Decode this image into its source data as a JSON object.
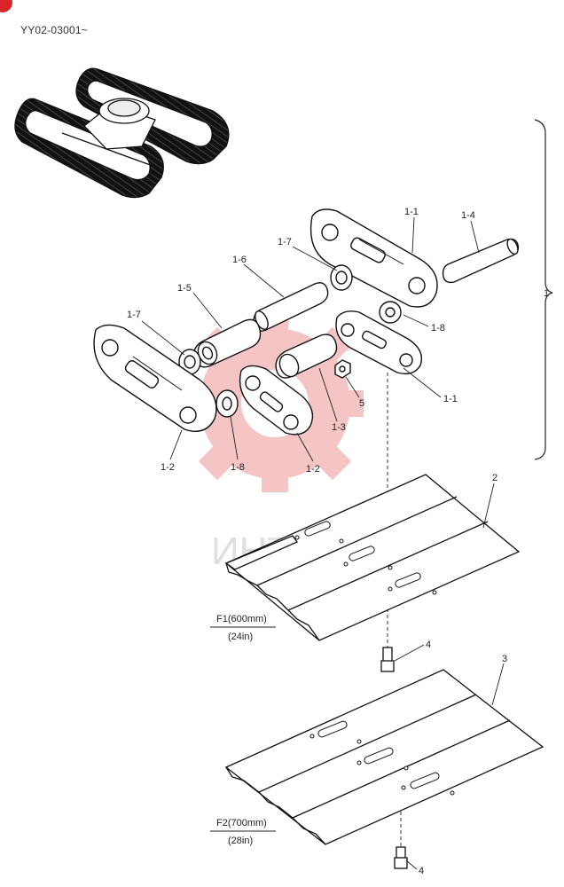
{
  "header": {
    "serial": "YY02-03001~"
  },
  "brand": {
    "accent": "#d8262c",
    "watermark_text": "ИНТЕХ",
    "watermark_color": "#e8a0a0"
  },
  "callouts": {
    "c1_1a": "1-1",
    "c1_1b": "1-1",
    "c1_2a": "1-2",
    "c1_2b": "1-2",
    "c1_3": "1-3",
    "c1_4": "1-4",
    "c1_5": "1-5",
    "c1_6": "1-6",
    "c1_7a": "1-7",
    "c1_7b": "1-7",
    "c1_8a": "1-8",
    "c1_8b": "1-8",
    "c1": "1",
    "c2": "2",
    "c3": "3",
    "c4a": "4",
    "c4b": "4",
    "c5": "5"
  },
  "shoes": {
    "f1_size": "F1(600mm)",
    "f1_inch": "(24in)",
    "f2_size": "F2(700mm)",
    "f2_inch": "(28in)"
  }
}
